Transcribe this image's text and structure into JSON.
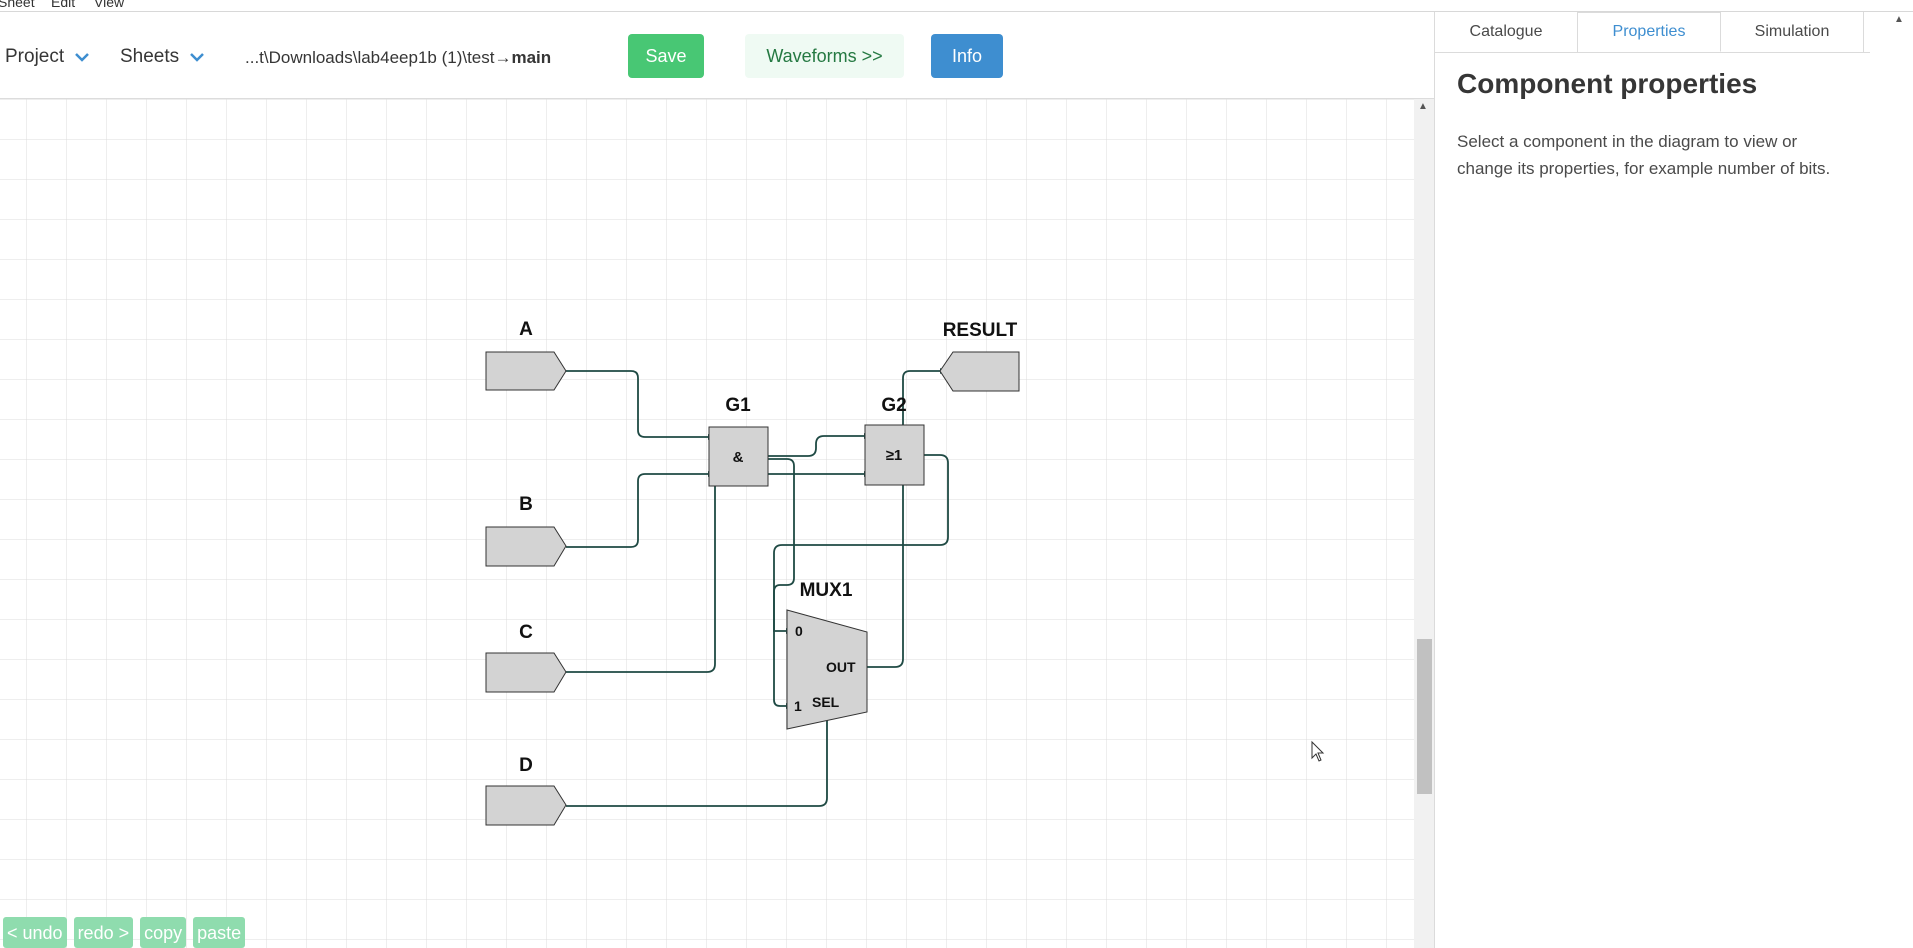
{
  "menubar": {
    "items": [
      "Sheet",
      "Edit",
      "View"
    ]
  },
  "toolbar": {
    "project_label": "Project",
    "sheets_label": "Sheets",
    "path_prefix": "...t\\Downloads\\lab4eep1b (1)\\test",
    "path_arrow": "→",
    "path_sheet": "main",
    "save_label": "Save",
    "waveforms_label": "Waveforms >>",
    "info_label": "Info"
  },
  "diagram": {
    "inputs": [
      "A",
      "B",
      "C",
      "D"
    ],
    "output": "RESULT",
    "gates": [
      {
        "name": "G1",
        "symbol": "&"
      },
      {
        "name": "G2",
        "symbol": "≥1"
      }
    ],
    "mux": {
      "name": "MUX1",
      "in0": "0",
      "in1": "1",
      "out": "OUT",
      "sel": "SEL"
    }
  },
  "edit_buttons": [
    "< undo",
    "redo >",
    "copy",
    "paste"
  ],
  "panel": {
    "tabs": [
      "Catalogue",
      "Properties",
      "Simulation"
    ],
    "active_tab": "Properties",
    "title": "Component properties",
    "description": "Select a component in the diagram to view or change its properties, for example number of bits."
  },
  "colors": {
    "save": "#48c774",
    "info": "#3e8ed0",
    "wire": "#1f4a44",
    "component_fill": "#d3d3d3"
  }
}
